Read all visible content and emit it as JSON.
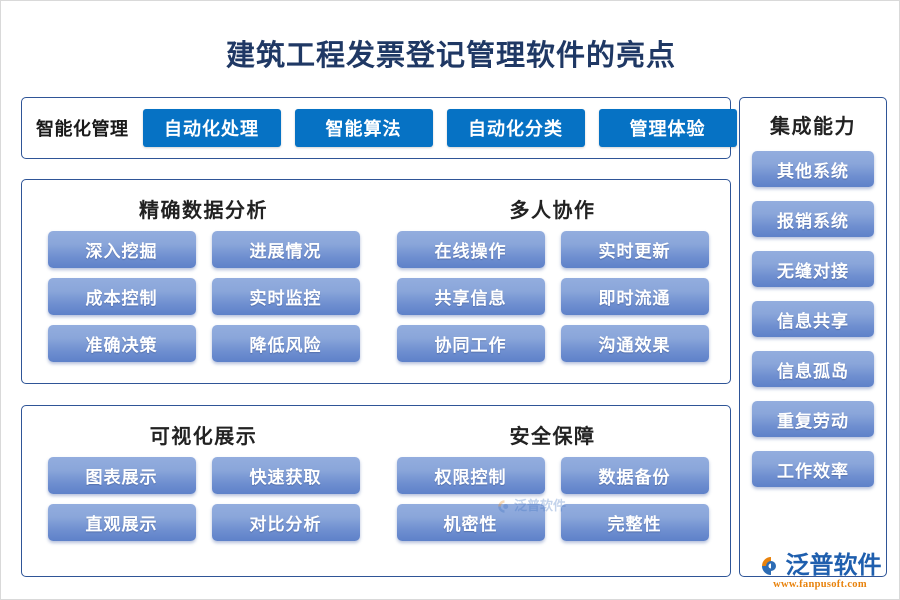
{
  "page": {
    "title": "建筑工程发票登记管理软件的亮点",
    "title_color": "#1f3864",
    "accent_solid": "#0672c4",
    "accent_gradient_top": "#93adde",
    "accent_gradient_bottom": "#5e81c9",
    "panel_border_color": "#2f5597"
  },
  "top_panel": {
    "label": "智能化管理",
    "buttons": [
      {
        "label": "自动化处理"
      },
      {
        "label": "智能算法"
      },
      {
        "label": "自动化分类"
      },
      {
        "label": "管理体验"
      }
    ]
  },
  "mid_panel": {
    "groups": [
      {
        "title": "精确数据分析",
        "buttons": [
          {
            "label": "深入挖掘"
          },
          {
            "label": "进展情况"
          },
          {
            "label": "成本控制"
          },
          {
            "label": "实时监控"
          },
          {
            "label": "准确决策"
          },
          {
            "label": "降低风险"
          }
        ]
      },
      {
        "title": "多人协作",
        "buttons": [
          {
            "label": "在线操作"
          },
          {
            "label": "实时更新"
          },
          {
            "label": "共享信息"
          },
          {
            "label": "即时流通"
          },
          {
            "label": "协同工作"
          },
          {
            "label": "沟通效果"
          }
        ]
      }
    ]
  },
  "bottom_panel": {
    "groups": [
      {
        "title": "可视化展示",
        "buttons": [
          {
            "label": "图表展示"
          },
          {
            "label": "快速获取"
          },
          {
            "label": "直观展示"
          },
          {
            "label": "对比分析"
          }
        ]
      },
      {
        "title": "安全保障",
        "buttons": [
          {
            "label": "权限控制"
          },
          {
            "label": "数据备份"
          },
          {
            "label": "机密性"
          },
          {
            "label": "完整性"
          }
        ]
      }
    ]
  },
  "right_panel": {
    "title": "集成能力",
    "buttons": [
      {
        "label": "其他系统"
      },
      {
        "label": "报销系统"
      },
      {
        "label": "无缝对接"
      },
      {
        "label": "信息共享"
      },
      {
        "label": "信息孤岛"
      },
      {
        "label": "重复劳动"
      },
      {
        "label": "工作效率"
      }
    ]
  },
  "logo": {
    "name": "泛普软件",
    "url": "www.fanpusoft.com",
    "brand_color": "#1f5fae",
    "url_color": "#e8820c"
  },
  "watermark": {
    "text": "泛普软件"
  }
}
